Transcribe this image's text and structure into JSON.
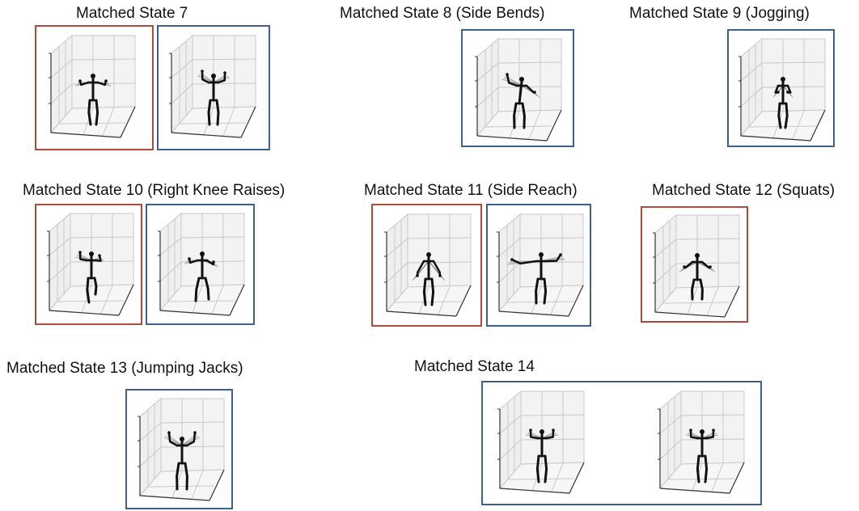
{
  "colors": {
    "red": "#b04a3a",
    "blue": "#3f5f8c"
  },
  "states": [
    {
      "id": "s7",
      "label": "Matched State 7",
      "plots": [
        {
          "frame": "red",
          "pose": "arms-out"
        },
        {
          "frame": "blue",
          "pose": "arms-up-bend"
        }
      ]
    },
    {
      "id": "s8",
      "label": "Matched State 8  (Side Bends)",
      "plots": [
        {
          "frame": "blue",
          "pose": "side-bend"
        }
      ]
    },
    {
      "id": "s9",
      "label": "Matched State 9  (Jogging)",
      "plots": [
        {
          "frame": "blue",
          "pose": "jog"
        }
      ]
    },
    {
      "id": "s10",
      "label": "Matched State 10 (Right Knee Raises)",
      "plots": [
        {
          "frame": "red",
          "pose": "knee-raise"
        },
        {
          "frame": "blue",
          "pose": "knee-raise-wide"
        }
      ]
    },
    {
      "id": "s11",
      "label": "Matched State 11 (Side Reach)",
      "plots": [
        {
          "frame": "red",
          "pose": "arms-down"
        },
        {
          "frame": "blue",
          "pose": "side-reach"
        }
      ]
    },
    {
      "id": "s12",
      "label": "Matched State 12 (Squats)",
      "plots": [
        {
          "frame": "red",
          "pose": "squat"
        }
      ]
    },
    {
      "id": "s13",
      "label": "Matched State 13 (Jumping Jacks)",
      "plots": [
        {
          "frame": "blue",
          "pose": "jumping-jack"
        }
      ]
    },
    {
      "id": "s14",
      "label": "Matched State 14",
      "plots": [
        {
          "frame": "blue",
          "pose": "arms-bent"
        },
        {
          "frame": "blue",
          "pose": "arms-bent"
        }
      ]
    }
  ]
}
